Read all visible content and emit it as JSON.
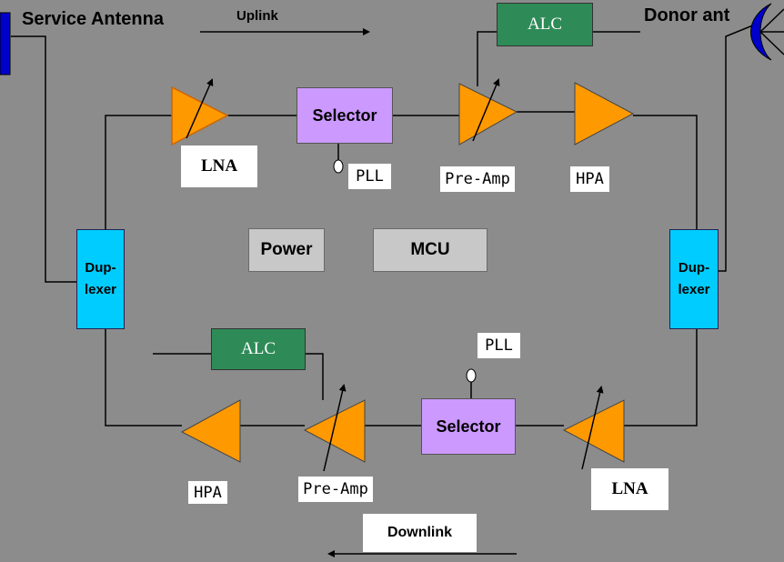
{
  "labels": {
    "service_antenna": "Service Antenna",
    "donor_ant": "Donor ant",
    "uplink": "Uplink",
    "downlink": "Downlink"
  },
  "uplink_chain": {
    "lna": "LNA",
    "selector": "Selector",
    "pll": "PLL",
    "pre_amp": "Pre-Amp",
    "hpa": "HPA",
    "alc": "ALC"
  },
  "downlink_chain": {
    "lna": "LNA",
    "selector": "Selector",
    "pll": "PLL",
    "pre_amp": "Pre-Amp",
    "hpa": "HPA",
    "alc": "ALC"
  },
  "center": {
    "power": "Power",
    "mcu": "MCU"
  },
  "duplexer_left": {
    "line1": "Dup-",
    "line2": "lexer"
  },
  "duplexer_right": {
    "line1": "Dup-",
    "line2": "lexer"
  },
  "colors": {
    "background": "#8c8c8c",
    "amplifier": "#ff9900",
    "selector": "#cc99ff",
    "alc": "#2e8b57",
    "duplexer": "#00ccff",
    "antenna": "#0000cc"
  }
}
